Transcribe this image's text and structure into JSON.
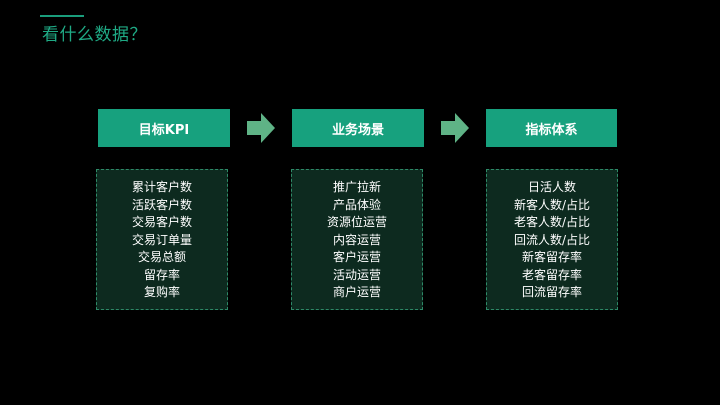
{
  "page": {
    "title": "看什么数据？"
  },
  "colors": {
    "accent": "#17a17e",
    "box_bg": "#0d2a1f",
    "arrow": "#5fb386"
  },
  "columns": [
    {
      "header": "目标KPI",
      "items": [
        "累计客户数",
        "活跃客户数",
        "交易客户数",
        "交易订单量",
        "交易总额",
        "留存率",
        "复购率"
      ]
    },
    {
      "header": "业务场景",
      "items": [
        "推广拉新",
        "产品体验",
        "资源位运营",
        "内容运营",
        "客户运营",
        "活动运营",
        "商户运营"
      ]
    },
    {
      "header": "指标体系",
      "items": [
        "日活人数",
        "新客人数/占比",
        "老客人数/占比",
        "回流人数/占比",
        "新客留存率",
        "老客留存率",
        "回流留存率"
      ]
    }
  ]
}
